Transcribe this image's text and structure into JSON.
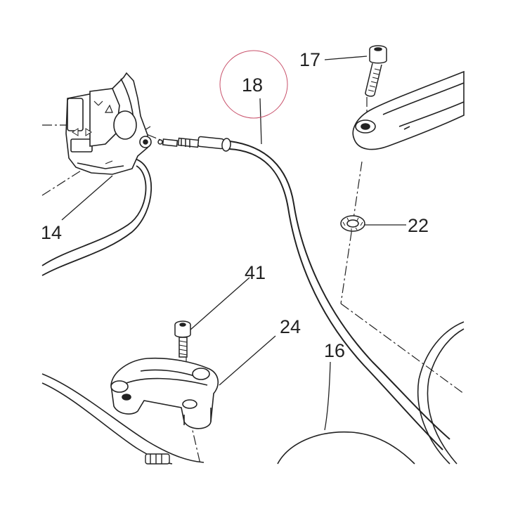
{
  "callouts": {
    "p14": "14",
    "p16": "16",
    "p17": "17",
    "p18": "18",
    "p22": "22",
    "p24": "24",
    "p41": "41"
  },
  "highlight_color": "#c8506a",
  "line_color": "#222222"
}
